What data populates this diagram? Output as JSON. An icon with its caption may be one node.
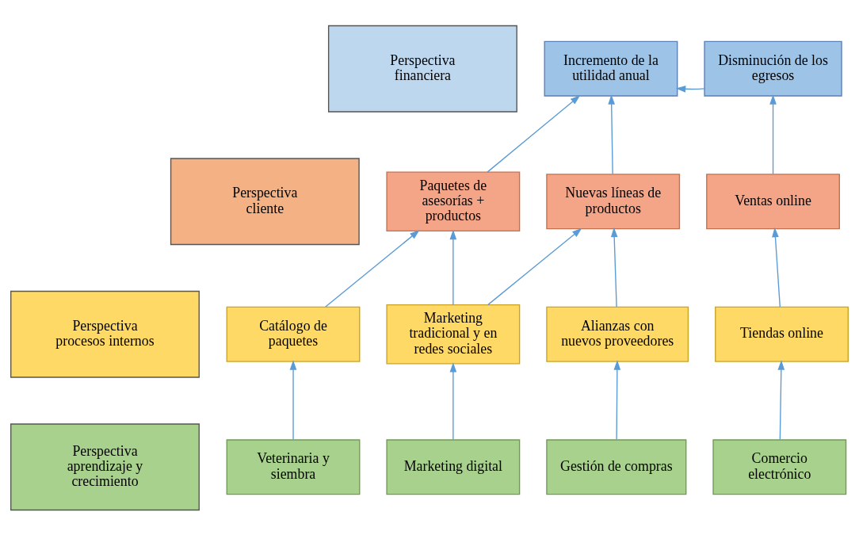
{
  "diagram": {
    "nodes": [
      {
        "text": [
          "Perspectiva financiera"
        ]
      },
      {
        "text": [
          "Incremento de la utilidad anual"
        ]
      },
      {
        "text": [
          "Disminución de los egresos"
        ]
      },
      {
        "text": [
          "Perspectiva cliente"
        ]
      },
      {
        "text": [
          "Paquetes de asesorías + productos"
        ]
      },
      {
        "text": [
          "Nuevas líneas de productos"
        ]
      },
      {
        "text": [
          "Ventas online"
        ]
      },
      {
        "text": [
          "Perspectiva procesos internos"
        ]
      },
      {
        "text": [
          "Catálogo de paquetes"
        ]
      },
      {
        "text": [
          "Marketing tradicional y en redes sociales"
        ]
      },
      {
        "text": [
          "Alianzas con nuevos proveedores"
        ]
      },
      {
        "text": [
          "Tiendas online"
        ]
      },
      {
        "text": [
          "Perspectiva aprendizaje y crecimiento"
        ]
      },
      {
        "text": [
          "Veterinaria y siembra"
        ]
      },
      {
        "text": [
          "Marketing digital"
        ]
      },
      {
        "text": [
          "Gestión de compras"
        ]
      },
      {
        "text": [
          "Comercio electrónico"
        ]
      }
    ],
    "edges": [
      {
        "from": 2,
        "to": 1,
        "arrow": "to"
      },
      {
        "from": 4,
        "to": 1,
        "arrow": "to"
      },
      {
        "from": 5,
        "to": 1,
        "arrow": "to"
      },
      {
        "from": 6,
        "to": 2,
        "arrow": "to"
      },
      {
        "from": 8,
        "to": 4,
        "arrow": "to"
      },
      {
        "from": 9,
        "to": 4,
        "arrow": "to"
      },
      {
        "from": 9,
        "to": 5,
        "arrow": "to"
      },
      {
        "from": 10,
        "to": 5,
        "arrow": "to"
      },
      {
        "from": 11,
        "to": 6,
        "arrow": "to"
      },
      {
        "from": 13,
        "to": 8,
        "arrow": "to"
      },
      {
        "from": 14,
        "to": 9,
        "arrow": "to"
      },
      {
        "from": 15,
        "to": 10,
        "arrow": "to"
      },
      {
        "from": 16,
        "to": 11,
        "arrow": "to"
      }
    ]
  }
}
